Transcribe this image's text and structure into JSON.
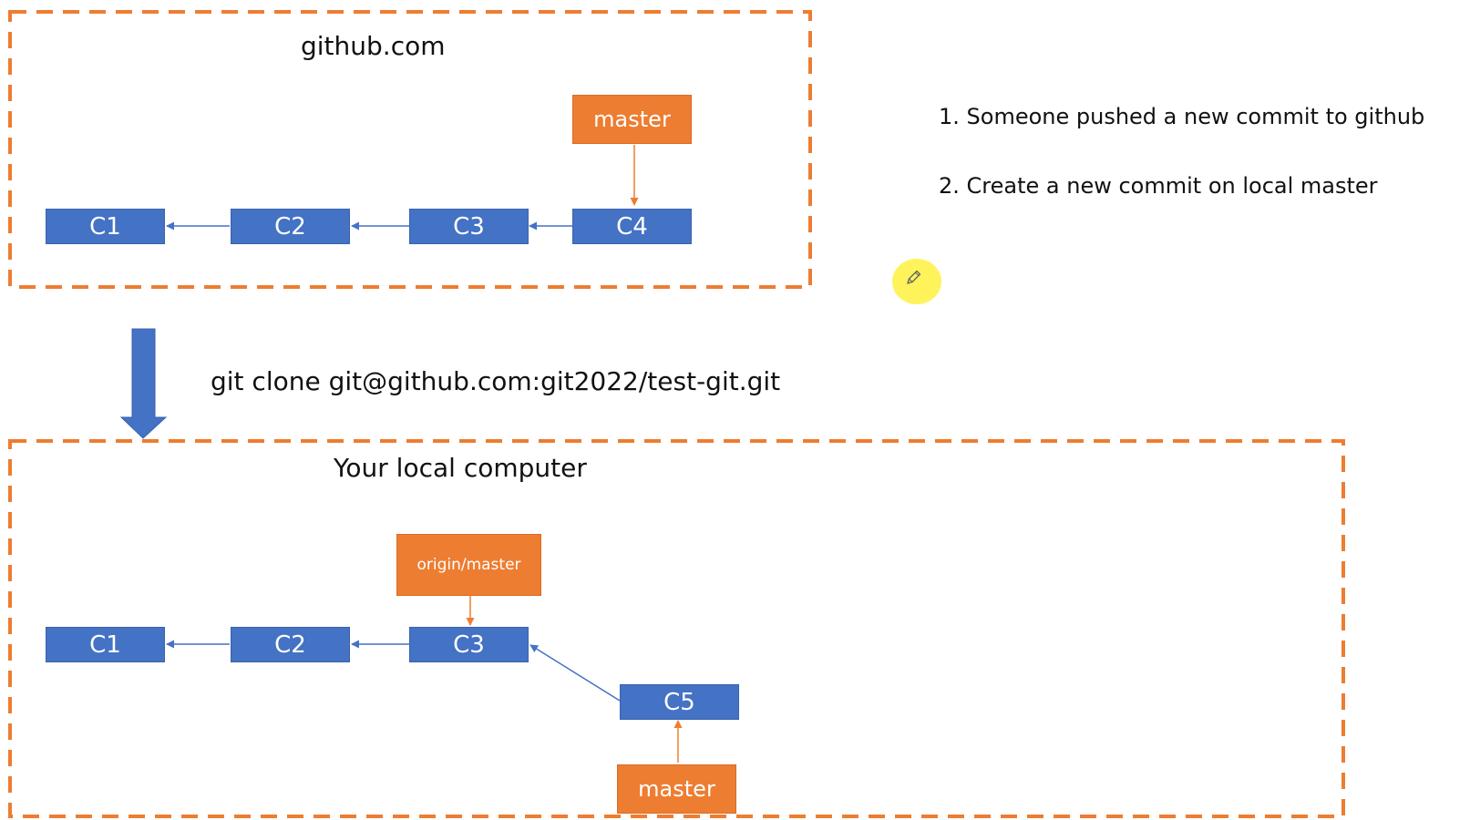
{
  "colors": {
    "commit_fill": "#4472c4",
    "ref_fill": "#ed7d31",
    "dashed_border": "#ed7d31",
    "arrow_blue": "#4472c4",
    "cursor_highlight": "#fff24a"
  },
  "remote": {
    "title": "github.com",
    "ref_label": "master",
    "commits": [
      "C1",
      "C2",
      "C3",
      "C4"
    ]
  },
  "clone_command": "git clone git@github.com:git2022/test-git.git",
  "local": {
    "title": "Your local computer",
    "origin_ref_label": "origin/master",
    "master_ref_label": "master",
    "commits": [
      "C1",
      "C2",
      "C3"
    ],
    "new_commit": "C5"
  },
  "steps": [
    "1. Someone pushed a new commit to github",
    "2.  Create a new commit on local master"
  ],
  "cursor": {
    "icon": "pencil-icon"
  }
}
